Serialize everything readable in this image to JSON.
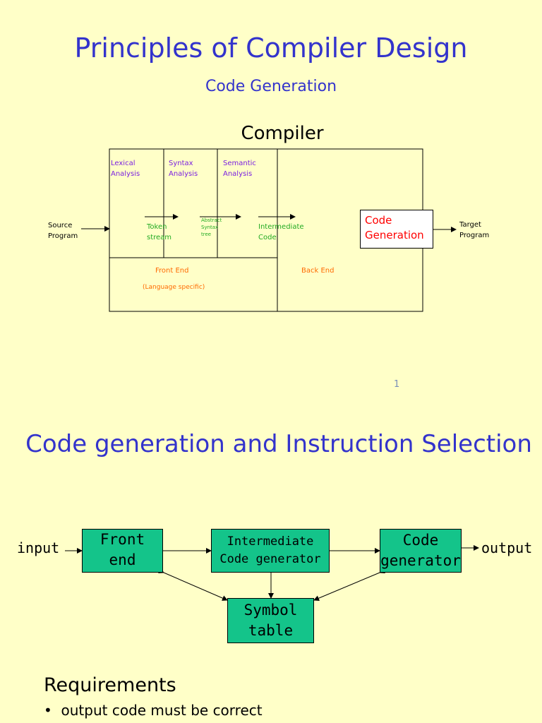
{
  "slide1": {
    "title": "Principles of Compiler Design",
    "subtitle": "Code Generation",
    "diagram_title": "Compiler",
    "phases": {
      "lexical_1": "Lexical",
      "lexical_2": "Analysis",
      "syntax_1": "Syntax",
      "syntax_2": "Analysis",
      "semantic_1": "Semantic",
      "semantic_2": "Analysis"
    },
    "flows": {
      "token_1": "Token",
      "token_2": "stream",
      "ast_1": "Abstract",
      "ast_2": "Syntax",
      "ast_3": "tree",
      "intermediate_1": "Intermediate",
      "intermediate_2": "Code"
    },
    "source_1": "Source",
    "source_2": "Program",
    "target_1": "Target",
    "target_2": "Program",
    "code_generation_1": "Code",
    "code_generation_2": "Generation",
    "front_end": "Front End",
    "language_specific": "(Language specific)",
    "back_end": "Back End",
    "page_number": "1"
  },
  "slide2": {
    "title": "Code generation and Instruction Selection",
    "input": "input",
    "output": "output",
    "front_end_1": "Front",
    "front_end_2": "end",
    "intermediate_1": "Intermediate",
    "intermediate_2": "Code generator",
    "code_gen_1": "Code",
    "code_gen_2": "generator",
    "symbol_1": "Symbol",
    "symbol_2": "table",
    "requirements": "Requirements",
    "bullet_1": "output code must be correct"
  },
  "colors": {
    "background": "#ffffc8",
    "title": "#3333cc",
    "box_fill": "#14c48a",
    "phase_text": "#7a1fe0",
    "flow_text": "#22aa22",
    "end_text": "#ff6a00",
    "code_generation_text": "#ff0000"
  }
}
